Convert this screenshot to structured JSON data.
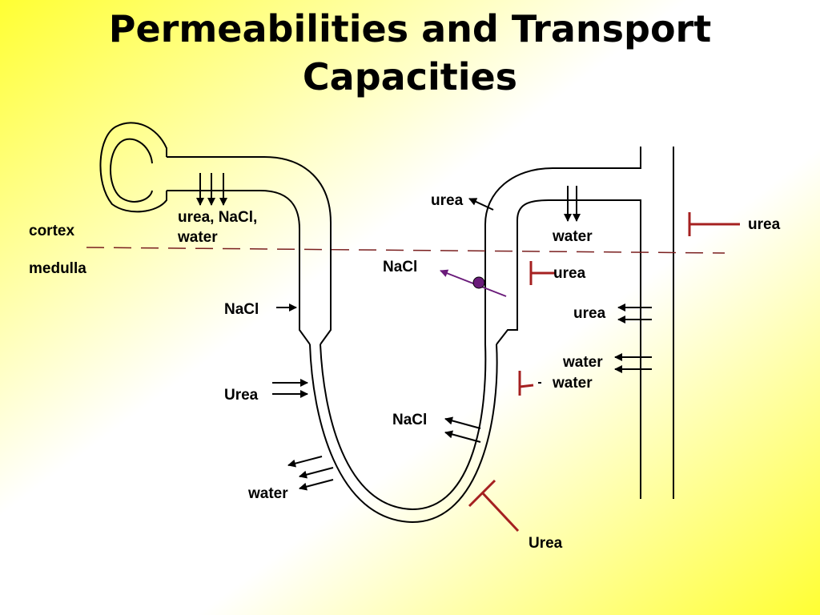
{
  "title": {
    "line1": "Permeabilities and Transport",
    "line2": "Capacities"
  },
  "colors": {
    "background_yellow": "#ffff33",
    "background_white": "#ffffff",
    "tubule_line": "#000000",
    "boundary_dash": "#7a1f1f",
    "block_marker": "#a52020",
    "active_transport": "#6a1b7a"
  },
  "regions": {
    "cortex": "cortex",
    "medulla": "medulla"
  },
  "labels": {
    "bowman_flux": "urea, NaCl,",
    "bowman_flux_2": "water",
    "descending_nacl": "NaCl",
    "descending_urea": "Urea",
    "descending_water": "water",
    "thin_ascending_nacl": "NaCl",
    "thick_ascending_urea": "urea",
    "thick_ascending_nacl": "NaCl",
    "thick_ascending_urea_block": "urea",
    "distal_water": "water",
    "collecting_urea": "urea",
    "collecting_water_1": "water",
    "collecting_water_2": "water",
    "cortex_collecting_urea": "urea",
    "loop_urea_block": "Urea"
  }
}
